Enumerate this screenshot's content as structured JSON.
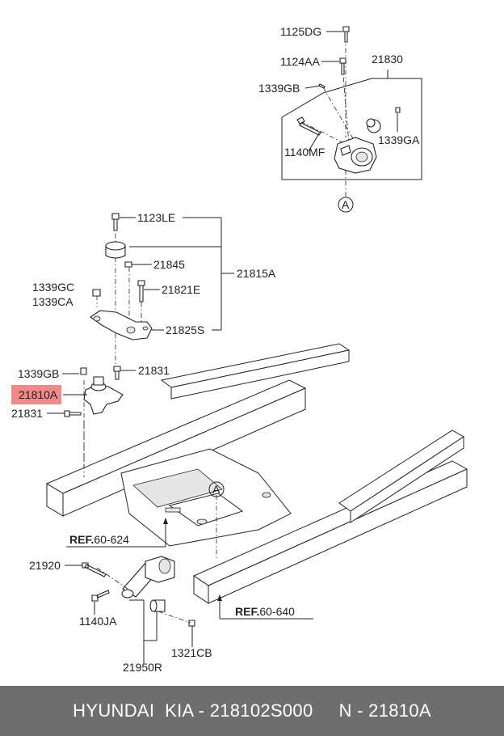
{
  "callouts": {
    "p1125DG": "1125DG",
    "p1124AA": "1124AA",
    "p21830": "21830",
    "p1339GB_top": "1339GB",
    "p1140MF": "1140MF",
    "p1339GA": "1339GA",
    "p1123LE": "1123LE",
    "p21845": "21845",
    "p21815A": "21815A",
    "p1339GC": "1339GC",
    "p1339CA": "1339CA",
    "p21821E": "21821E",
    "p21825S": "21825S",
    "p1339GB_mid": "1339GB",
    "p21831_right": "21831",
    "p21810A": "21810A",
    "p21831_left": "21831",
    "p21920": "21920",
    "p1140JA": "1140JA",
    "p21950R": "21950R",
    "p1321CB": "1321CB"
  },
  "detail_marker": "A",
  "refs": {
    "ref1_prefix": "REF.",
    "ref1_num": "60-624",
    "ref2_prefix": "REF.",
    "ref2_num": "60-640"
  },
  "highlight_color": "#f08a8a",
  "footer": {
    "text": "HYUNDAI  KIA - 218102S000     N - 21810A"
  }
}
